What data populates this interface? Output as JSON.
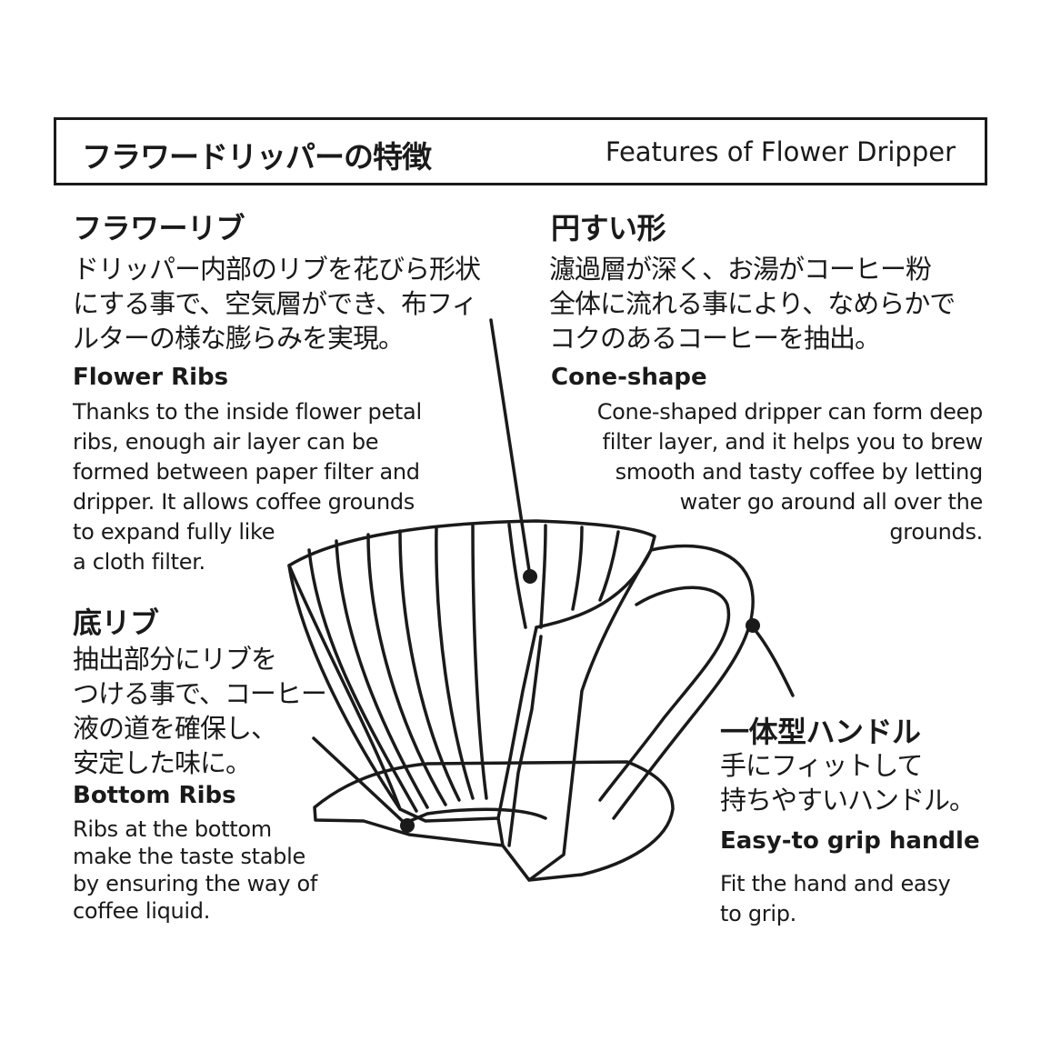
{
  "header": {
    "title_jp": "フラワードリッパーの特徴",
    "title_en": "Features of Flower Dripper"
  },
  "features": {
    "flower_ribs": {
      "title_jp": "フラワーリブ",
      "body_jp": [
        "ドリッパー内部のリブを花びら形状",
        "にする事で、空気層ができ、布フィ",
        "ルターの様な膨らみを実現。"
      ],
      "title_en": "Flower Ribs",
      "body_en": [
        "Thanks to the inside flower petal",
        "ribs, enough air layer can be",
        "formed between paper filter and",
        "dripper. It allows coffee grounds",
        "to expand fully like",
        "a cloth filter."
      ]
    },
    "cone_shape": {
      "title_jp": "円すい形",
      "body_jp": [
        "濾過層が深く、お湯がコーヒー粉",
        "全体に流れる事により、なめらかで",
        "コクのあるコーヒーを抽出。"
      ],
      "title_en": "Cone-shape",
      "body_en": [
        "Cone-shaped dripper can form deep",
        "filter layer, and it helps you to brew",
        "smooth and tasty  coffee by letting",
        "water go around all over the",
        "grounds."
      ]
    },
    "bottom_ribs": {
      "title_jp": "底リブ",
      "body_jp": [
        "抽出部分にリブを",
        "つける事で、コーヒー",
        "液の道を確保し、",
        "安定した味に。"
      ],
      "title_en": "Bottom Ribs",
      "body_en": [
        "Ribs at the bottom",
        "make the taste stable",
        "by ensuring the way of",
        "coffee liquid."
      ]
    },
    "handle": {
      "title_jp": "一体型ハンドル",
      "body_jp": [
        "手にフィットして",
        "持ちやすいハンドル。"
      ],
      "title_en": "Easy-to grip handle",
      "body_en": [
        "Fit the hand and easy",
        "to grip."
      ]
    }
  },
  "colors": {
    "ink": "#1a1a1a",
    "background": "#ffffff"
  }
}
